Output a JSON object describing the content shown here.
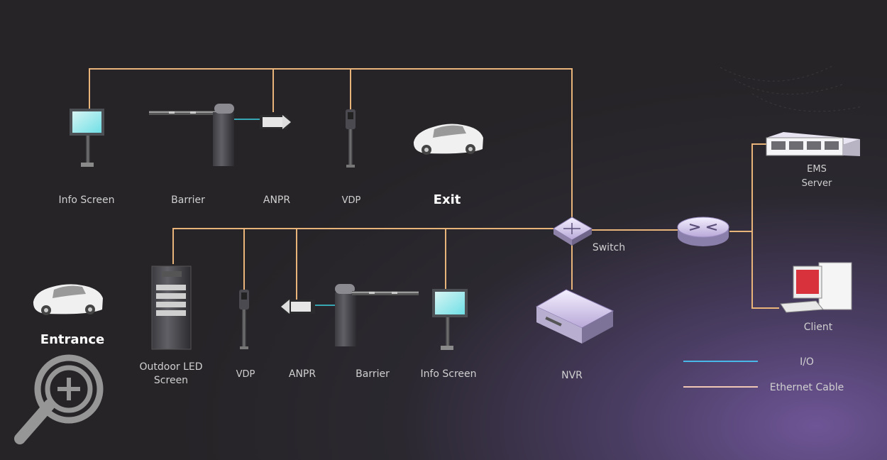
{
  "exit": {
    "info_screen": "Info Screen",
    "barrier": "Barrier",
    "anpr": "ANPR",
    "vdp": "VDP",
    "title": "Exit"
  },
  "entrance": {
    "title": "Entrance",
    "outdoor_led_line1": "Outdoor LED",
    "outdoor_led_line2": "Screen",
    "vdp": "VDP",
    "anpr": "ANPR",
    "barrier": "Barrier",
    "info_screen": "Info Screen"
  },
  "network": {
    "switch": "Switch",
    "nvr": "NVR",
    "ems_line1": "EMS",
    "ems_line2": "Server",
    "client": "Client"
  },
  "legend": {
    "io": "I/O",
    "ethernet": "Ethernet Cable"
  },
  "colors": {
    "ethernet_wire": "#e8b47a",
    "io_wire": "#3fd2e0",
    "legend_io": "#49b8e8",
    "legend_ethernet": "#f0c6b4"
  }
}
